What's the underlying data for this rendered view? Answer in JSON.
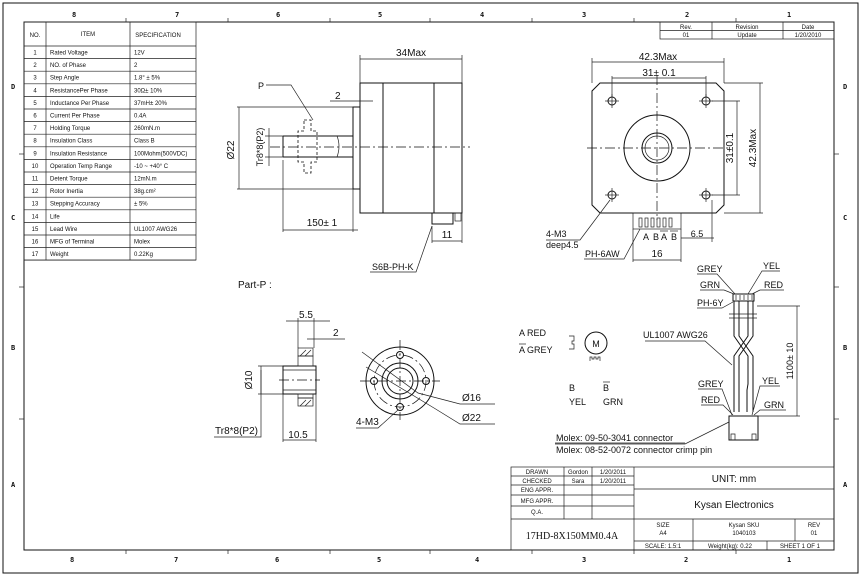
{
  "border": {
    "top_zones": [
      "8",
      "7",
      "6",
      "5",
      "4",
      "3",
      "2",
      "1"
    ],
    "bottom_zones": [
      "8",
      "7",
      "6",
      "5",
      "4",
      "3",
      "2",
      "1"
    ],
    "left_zones": [
      "D",
      "C",
      "B",
      "A"
    ],
    "right_zones": [
      "D",
      "C",
      "B",
      "A"
    ]
  },
  "revision_table": {
    "headers": [
      "Rev.",
      "Revision",
      "Date"
    ],
    "rows": [
      [
        "01",
        "Update",
        "1/20/2010"
      ]
    ]
  },
  "spec_table": {
    "headers": [
      "NO.",
      "ITEM",
      "SPECIFICATION"
    ],
    "rows": [
      [
        "1",
        "Rated Voltage",
        "12V"
      ],
      [
        "2",
        "NO. of Phase",
        "2"
      ],
      [
        "3",
        "Step Angle",
        "1.8° ± 5%"
      ],
      [
        "4",
        "ResistancePer Phase",
        "30Ω± 10%"
      ],
      [
        "5",
        "Inductance Per Phase",
        "37mH± 20%"
      ],
      [
        "6",
        "Current Per Phase",
        "0.4A"
      ],
      [
        "7",
        "Holding Torque",
        "260mN.m"
      ],
      [
        "8",
        "Insulation Class",
        "Class B"
      ],
      [
        "9",
        "Insulation Resistance",
        "100Mohm(500VDC)"
      ],
      [
        "10",
        "Operation Temp Range",
        "-10 ~ +40° C"
      ],
      [
        "11",
        "Detent Torque",
        "12mN.m"
      ],
      [
        "12",
        "Rotor Inertia",
        "38g.cm²"
      ],
      [
        "13",
        "Stepping Accuracy",
        "± 5%"
      ],
      [
        "14",
        "Life",
        ""
      ],
      [
        "15",
        "Lead Wire",
        "UL1007 AWG26"
      ],
      [
        "16",
        "MFG of Terminal",
        "Molex"
      ],
      [
        "17",
        "Weight",
        "0.22Kg"
      ]
    ]
  },
  "side_view": {
    "length_dim": "34Max",
    "part_label": "P",
    "flange_dim": "2",
    "diameter_dim": "Ø22",
    "thread_dim": "Tr8*8(P2)",
    "shaft_length_dim": "150± 1",
    "connector_dim": "11",
    "connector_label": "S6B-PH-K"
  },
  "front_view": {
    "width_dim": "42.3Max",
    "hole_spacing_h": "31± 0.1",
    "hole_spacing_v": "31±0.1",
    "height_dim": "42.3Max",
    "hole_label_1": "4-M3",
    "hole_label_2": "deep4.5",
    "connector_label": "PH-6AW",
    "pin_labels": [
      "A",
      "B",
      "A",
      "B"
    ],
    "pin_offset_dim": "6.5",
    "connector_width_dim": "16"
  },
  "part_p": {
    "title": "Part-P :",
    "dim_width": "5.5",
    "dim_flange": "2",
    "dim_bore": "Ø10",
    "dim_thread": "Tr8*8(P2)",
    "dim_length": "10.5",
    "dim_hole_label": "4-M3",
    "dim_d16": "Ø16",
    "dim_d22": "Ø22"
  },
  "wiring": {
    "a_label": "A RED",
    "abar_label": "A GREY",
    "motor_symbol": "M",
    "b_label": "B",
    "bbar_label": "B",
    "b_color": "YEL",
    "bbar_color": "GRN",
    "cable_label": "UL1007 AWG26",
    "top_grey": "GREY",
    "top_yel": "YEL",
    "top_grn": "GRN",
    "top_red": "RED",
    "top_connector": "PH-6Y",
    "length_dim": "1100± 10",
    "bot_grey": "GREY",
    "bot_yel": "YEL",
    "bot_red": "RED",
    "bot_grn": "GRN",
    "molex_connector": "Molex: 09-50-3041 connector",
    "molex_pin": "Molex: 08-52-0072 connector crimp pin"
  },
  "title_block": {
    "rows": [
      [
        "DRAWN",
        "Gordon",
        "1/20/2011"
      ],
      [
        "CHECKED",
        "Sara",
        "1/20/2011"
      ],
      [
        "ENG APPR.",
        "",
        ""
      ],
      [
        "MFG APPR.",
        "",
        ""
      ],
      [
        "Q.A.",
        "",
        ""
      ]
    ],
    "unit": "UNIT: mm",
    "company": "Kysan Electronics",
    "part_number": "17HD-8X150MM0.4A",
    "size_label": "SIZE",
    "size_value": "A4",
    "sku_label": "Kysan SKU",
    "sku_value": "1040103",
    "rev_label": "REV",
    "rev_value": "01",
    "scale": "SCALE: 1.5:1",
    "weight": "Weight(kg): 0.22",
    "sheet": "SHEET 1 OF 1"
  }
}
